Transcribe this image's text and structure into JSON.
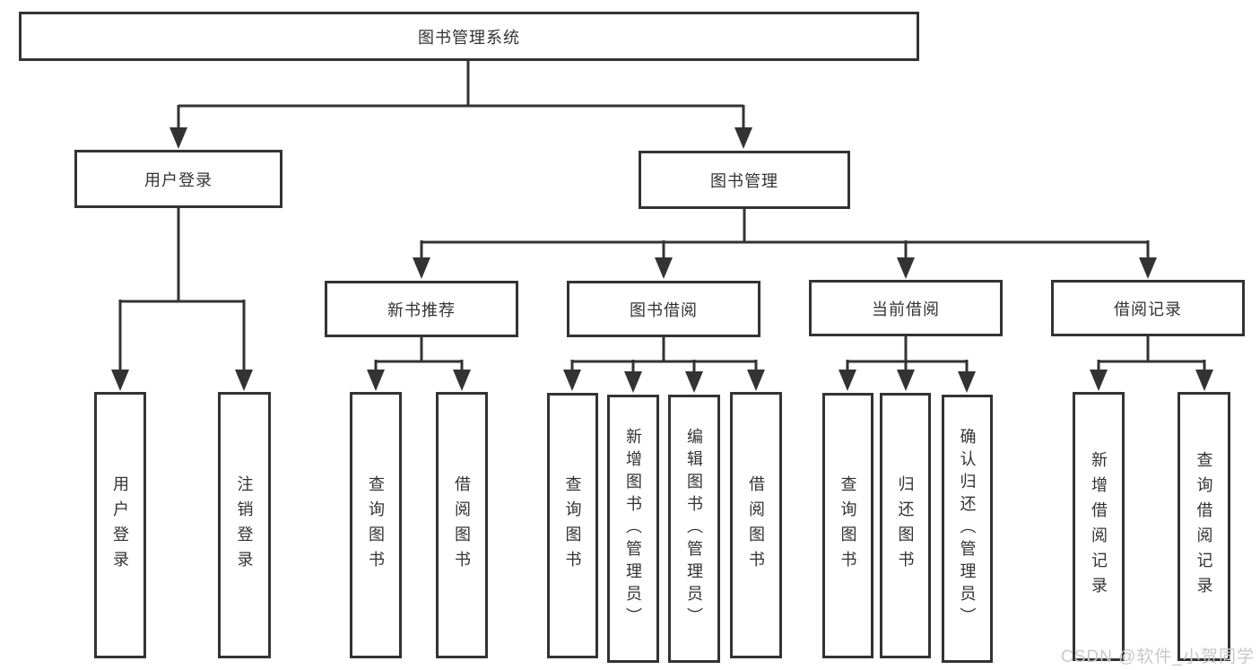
{
  "diagram": {
    "root": {
      "label": "图书管理系统"
    },
    "children": [
      {
        "label": "用户登录",
        "children": [
          {
            "label": "用户登录"
          },
          {
            "label": "注销登录"
          }
        ]
      },
      {
        "label": "图书管理",
        "children": [
          {
            "label": "新书推荐",
            "children": [
              {
                "label": "查询图书"
              },
              {
                "label": "借阅图书"
              }
            ]
          },
          {
            "label": "图书借阅",
            "children": [
              {
                "label": "查询图书"
              },
              {
                "label": "新增图书（管理员）"
              },
              {
                "label": "编辑图书（管理员）"
              },
              {
                "label": "借阅图书"
              }
            ]
          },
          {
            "label": "当前借阅",
            "children": [
              {
                "label": "查询图书"
              },
              {
                "label": "归还图书"
              },
              {
                "label": "确认归还（管理员）"
              }
            ]
          },
          {
            "label": "借阅记录",
            "children": [
              {
                "label": "新增借阅记录"
              },
              {
                "label": "查询借阅记录"
              }
            ]
          }
        ]
      }
    ]
  },
  "watermark": "CSDN @软件_小贺同学",
  "colors": {
    "line": "#333333",
    "text": "#333333",
    "box_background": "#ffffff",
    "watermark": "#c8c8c8",
    "page_background": "#ffffff"
  }
}
